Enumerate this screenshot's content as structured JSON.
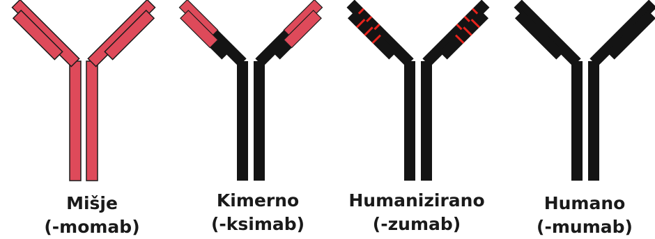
{
  "colors": {
    "mouse": "#DE4A5A",
    "human": "#141414",
    "cdr": "#E8231C",
    "outline": "#1a1a1a"
  },
  "antibodies": [
    {
      "name": "Mišje",
      "suffix": "(-momab)",
      "type": "mouse"
    },
    {
      "name": "Kimerno",
      "suffix": "(-ksimab)",
      "type": "chimeric"
    },
    {
      "name": "Humanizirano",
      "suffix": "(-zumab)",
      "type": "humanized"
    },
    {
      "name": "Humano",
      "suffix": "(-mumab)",
      "type": "human"
    }
  ]
}
